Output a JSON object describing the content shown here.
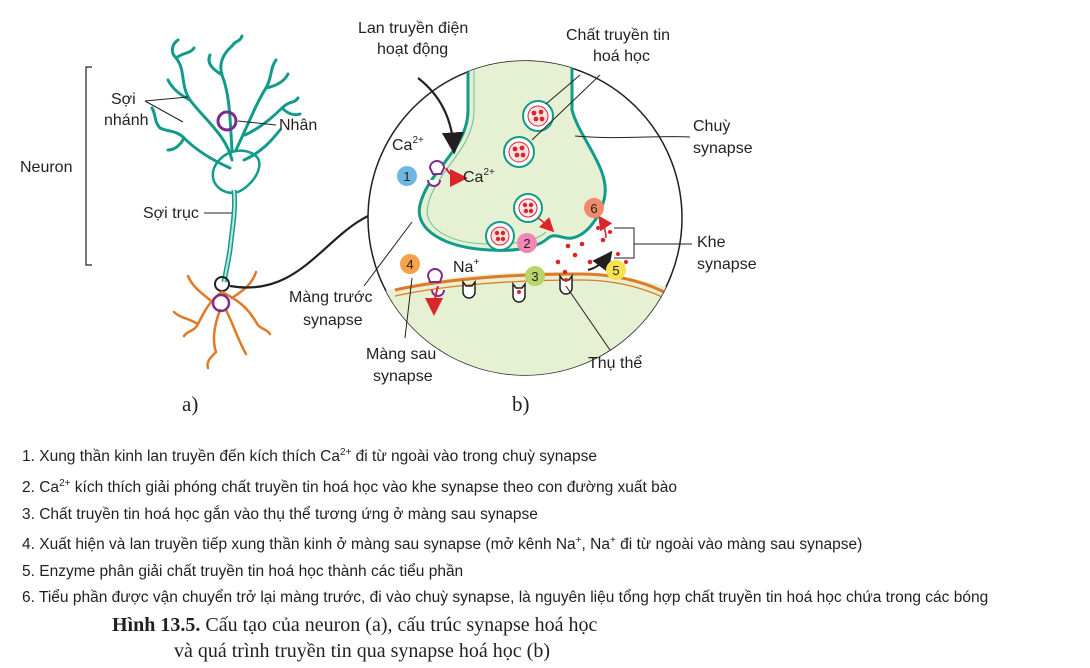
{
  "part_a": {
    "neuron_label": "Neuron",
    "dendrite_label_1": "Sợi",
    "dendrite_label_2": "nhánh",
    "nucleus_label": "Nhân",
    "axon_label": "Sợi trục",
    "sub_label": "a)"
  },
  "part_b": {
    "propagation_1": "Lan truyền điện",
    "propagation_2": "hoạt động",
    "transmitter_1": "Chất truyền tin",
    "transmitter_2": "hoá học",
    "terminal_1": "Chuỳ",
    "terminal_2": "synapse",
    "cleft_1": "Khe",
    "cleft_2": "synapse",
    "pre_membrane_1": "Màng trước",
    "pre_membrane_2": "synapse",
    "post_membrane_1": "Màng sau",
    "post_membrane_2": "synapse",
    "receptor_label": "Thụ thể",
    "ca_ion": "Ca",
    "ca_charge": "2+",
    "na_ion": "Na",
    "na_charge": "+",
    "sub_label": "b)",
    "step_badges": [
      "1",
      "2",
      "3",
      "4",
      "5",
      "6"
    ],
    "colors": {
      "neuron_teal": "#129b8b",
      "dendrite_orange": "#e07a26",
      "nucleus_purple": "#7b2d8e",
      "cytoplasm_green": "#e6f0d2",
      "vesicle_red": "#d9262a",
      "badge_blue": "#6fb7e0",
      "badge_pink": "#ef86b4",
      "badge_green": "#b8d46b",
      "badge_orange": "#f5a24a",
      "badge_yellow": "#f6e24e",
      "badge_salmon": "#ef8a6b"
    }
  },
  "steps": [
    {
      "before": "1. Xung thần kinh lan truyền đến kích thích Ca",
      "sup": "2+",
      "after": " đi từ ngoài vào trong chuỳ synapse"
    },
    {
      "before": "2. Ca",
      "sup": "2+",
      "after": " kích thích giải phóng chất truyền tin hoá học vào khe synapse theo con đường xuất bào"
    },
    {
      "before": "3. Chất truyền tin hoá học gắn vào thụ thể tương ứng ở màng sau synapse",
      "sup": "",
      "after": ""
    },
    {
      "before": "4. Xuất hiện và lan truyền tiếp xung thần kinh ở màng sau synapse (mở kênh Na",
      "sup": "+",
      "after": ", Na",
      "sup2": "+",
      "after2": " đi từ ngoài vào màng sau synapse)"
    },
    {
      "before": "5. Enzyme phân giải chất truyền tin hoá học thành các tiểu phần",
      "sup": "",
      "after": ""
    },
    {
      "before": "6. Tiểu phần được vận chuyển trở lại màng trước, đi vào chuỳ synapse, là nguyên liệu tổng hợp chất truyền tin hoá học chứa trong các bóng",
      "sup": "",
      "after": ""
    }
  ],
  "caption": {
    "figure_no": "Hình 13.5.",
    "line1": " Cấu tạo của neuron (a), cấu trúc synapse hoá học",
    "line2": "và quá trình truyền tin qua synapse hoá học (b)"
  }
}
